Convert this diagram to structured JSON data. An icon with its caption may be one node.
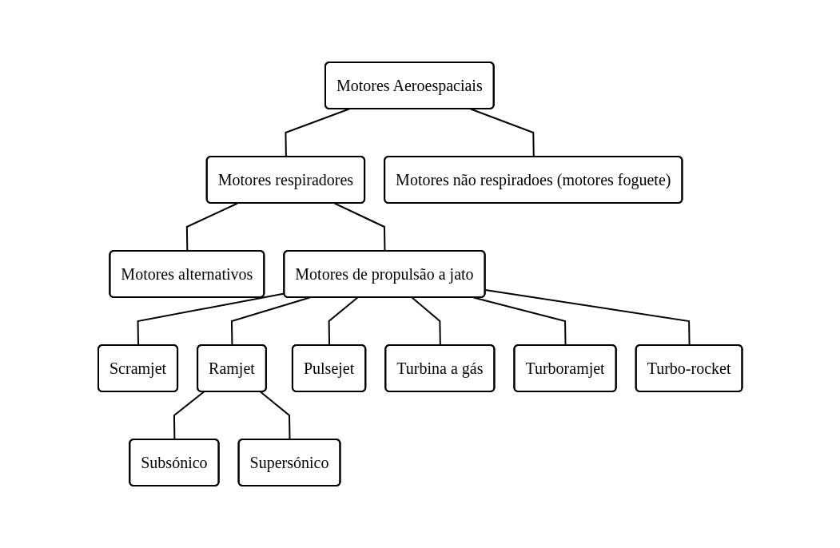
{
  "diagram": {
    "nodes": [
      {
        "text": [
          "Motores Aeroespaciais"
        ]
      },
      {
        "text": [
          "Motores respiradores"
        ]
      },
      {
        "text": [
          "Motores não respiradoes (motores foguete)"
        ]
      },
      {
        "text": [
          "Motores alternativos"
        ]
      },
      {
        "text": [
          "Motores de propulsão a jato"
        ]
      },
      {
        "text": [
          "Scramjet"
        ]
      },
      {
        "text": [
          "Ramjet"
        ]
      },
      {
        "text": [
          "Pulsejet"
        ]
      },
      {
        "text": [
          "Turbina a gás"
        ]
      },
      {
        "text": [
          "Turboramjet"
        ]
      },
      {
        "text": [
          "Turbo-rocket"
        ]
      },
      {
        "text": [
          "Subsónico"
        ]
      },
      {
        "text": [
          "Supersónico"
        ]
      }
    ],
    "edges": [
      {
        "from": 0,
        "to": 1,
        "arrow": "none"
      },
      {
        "from": 0,
        "to": 2,
        "arrow": "none"
      },
      {
        "from": 1,
        "to": 3,
        "arrow": "none"
      },
      {
        "from": 1,
        "to": 4,
        "arrow": "none"
      },
      {
        "from": 4,
        "to": 5,
        "arrow": "none"
      },
      {
        "from": 4,
        "to": 6,
        "arrow": "none"
      },
      {
        "from": 4,
        "to": 7,
        "arrow": "none"
      },
      {
        "from": 4,
        "to": 8,
        "arrow": "none"
      },
      {
        "from": 4,
        "to": 9,
        "arrow": "none"
      },
      {
        "from": 4,
        "to": 10,
        "arrow": "none"
      },
      {
        "from": 6,
        "to": 11,
        "arrow": "none"
      },
      {
        "from": 6,
        "to": 12,
        "arrow": "none"
      }
    ]
  }
}
